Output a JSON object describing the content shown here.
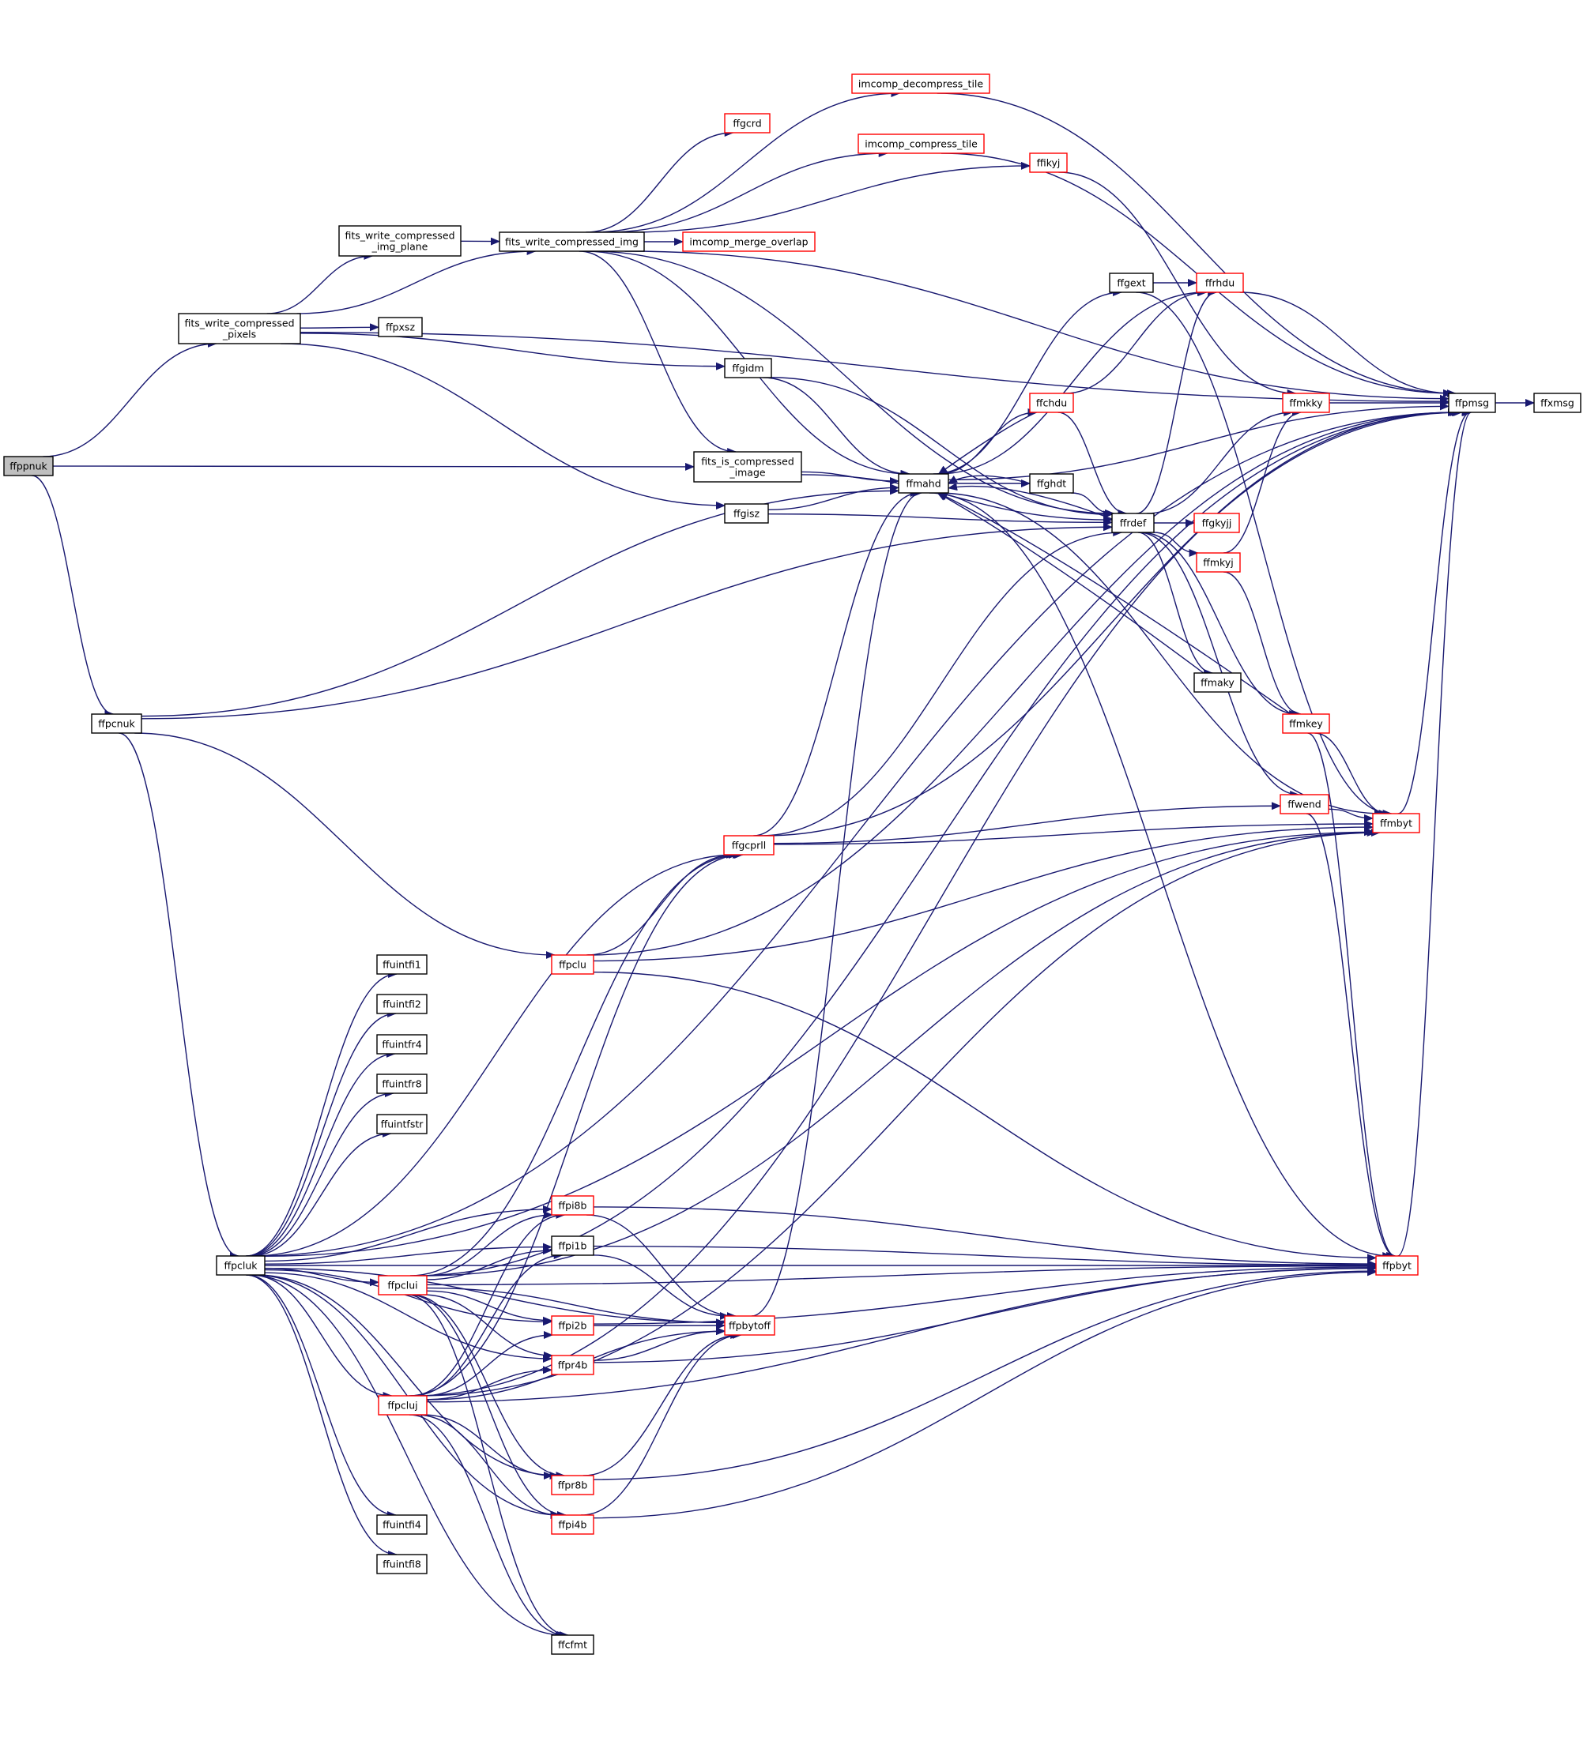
{
  "colors": {
    "edge": "#191970",
    "root_fill": "#bfbfbf",
    "normal_stroke": "#000000",
    "red_stroke": "#ff0000",
    "node_fill": "#ffffff"
  },
  "nodes": {
    "ffppnuk": {
      "lines": [
        "ffppnuk"
      ],
      "style": "root"
    },
    "fwcp": {
      "lines": [
        "fits_write_compressed",
        "_pixels"
      ],
      "style": "normal"
    },
    "fwcip": {
      "lines": [
        "fits_write_compressed",
        "_img_plane"
      ],
      "style": "normal"
    },
    "fwci": {
      "lines": [
        "fits_write_compressed_img"
      ],
      "style": "normal"
    },
    "ffpxsz": {
      "lines": [
        "ffpxsz"
      ],
      "style": "normal"
    },
    "ffgidm": {
      "lines": [
        "ffgidm"
      ],
      "style": "normal"
    },
    "fici": {
      "lines": [
        "fits_is_compressed",
        "_image"
      ],
      "style": "normal"
    },
    "ffgisz": {
      "lines": [
        "ffgisz"
      ],
      "style": "normal"
    },
    "icdt": {
      "lines": [
        "imcomp_decompress_tile"
      ],
      "style": "red"
    },
    "ffgcrd": {
      "lines": [
        "ffgcrd"
      ],
      "style": "red"
    },
    "icct": {
      "lines": [
        "imcomp_compress_tile"
      ],
      "style": "red"
    },
    "ffikyj": {
      "lines": [
        "ffikyj"
      ],
      "style": "red"
    },
    "icmo": {
      "lines": [
        "imcomp_merge_overlap"
      ],
      "style": "red"
    },
    "ffgext": {
      "lines": [
        "ffgext"
      ],
      "style": "normal"
    },
    "ffrhdu": {
      "lines": [
        "ffrhdu"
      ],
      "style": "red"
    },
    "ffchdu": {
      "lines": [
        "ffchdu"
      ],
      "style": "red"
    },
    "ffmahd": {
      "lines": [
        "ffmahd"
      ],
      "style": "normal"
    },
    "ffghdt": {
      "lines": [
        "ffghdt"
      ],
      "style": "normal"
    },
    "ffrdef": {
      "lines": [
        "ffrdef"
      ],
      "style": "normal"
    },
    "ffgkyjj": {
      "lines": [
        "ffgkyjj"
      ],
      "style": "red"
    },
    "ffmkyj": {
      "lines": [
        "ffmkyj"
      ],
      "style": "red"
    },
    "ffmaky": {
      "lines": [
        "ffmaky"
      ],
      "style": "normal"
    },
    "ffmkky": {
      "lines": [
        "ffmkky"
      ],
      "style": "red"
    },
    "ffpmsg": {
      "lines": [
        "ffpmsg"
      ],
      "style": "normal"
    },
    "ffxmsg": {
      "lines": [
        "ffxmsg"
      ],
      "style": "normal"
    },
    "ffmkey": {
      "lines": [
        "ffmkey"
      ],
      "style": "red"
    },
    "ffwend": {
      "lines": [
        "ffwend"
      ],
      "style": "red"
    },
    "ffmbyt": {
      "lines": [
        "ffmbyt"
      ],
      "style": "red"
    },
    "ffpcnuk": {
      "lines": [
        "ffpcnuk"
      ],
      "style": "normal"
    },
    "ffgcprll": {
      "lines": [
        "ffgcprll"
      ],
      "style": "red"
    },
    "ffpclu": {
      "lines": [
        "ffpclu"
      ],
      "style": "red"
    },
    "ffuintfi1": {
      "lines": [
        "ffuintfi1"
      ],
      "style": "normal"
    },
    "ffuintfi2": {
      "lines": [
        "ffuintfi2"
      ],
      "style": "normal"
    },
    "ffuintfr4": {
      "lines": [
        "ffuintfr4"
      ],
      "style": "normal"
    },
    "ffuintfr8": {
      "lines": [
        "ffuintfr8"
      ],
      "style": "normal"
    },
    "ffuintfstr": {
      "lines": [
        "ffuintfstr"
      ],
      "style": "normal"
    },
    "ffpi8b": {
      "lines": [
        "ffpi8b"
      ],
      "style": "red"
    },
    "ffpi1b": {
      "lines": [
        "ffpi1b"
      ],
      "style": "normal"
    },
    "ffpclui": {
      "lines": [
        "ffpclui"
      ],
      "style": "red"
    },
    "ffpcluk": {
      "lines": [
        "ffpcluk"
      ],
      "style": "normal"
    },
    "ffpi2b": {
      "lines": [
        "ffpi2b"
      ],
      "style": "red"
    },
    "ffpbytoff": {
      "lines": [
        "ffpbytoff"
      ],
      "style": "red"
    },
    "ffpr4b": {
      "lines": [
        "ffpr4b"
      ],
      "style": "red"
    },
    "ffpcluj": {
      "lines": [
        "ffpcluj"
      ],
      "style": "red"
    },
    "ffpbyt": {
      "lines": [
        "ffpbyt"
      ],
      "style": "red"
    },
    "ffpr8b": {
      "lines": [
        "ffpr8b"
      ],
      "style": "red"
    },
    "ffpi4b": {
      "lines": [
        "ffpi4b"
      ],
      "style": "red"
    },
    "ffuintfi4": {
      "lines": [
        "ffuintfi4"
      ],
      "style": "normal"
    },
    "ffuintfi8": {
      "lines": [
        "ffuintfi8"
      ],
      "style": "normal"
    },
    "ffcfmt": {
      "lines": [
        "ffcfmt"
      ],
      "style": "normal"
    }
  },
  "edges": [
    [
      "ffppnuk",
      "fwcp"
    ],
    [
      "ffppnuk",
      "fici"
    ],
    [
      "ffppnuk",
      "ffpcnuk"
    ],
    [
      "fwcp",
      "fwcip"
    ],
    [
      "fwcp",
      "fwci"
    ],
    [
      "fwcp",
      "ffpxsz"
    ],
    [
      "fwcp",
      "ffgidm"
    ],
    [
      "fwcp",
      "ffgisz"
    ],
    [
      "fwcp",
      "ffpmsg"
    ],
    [
      "fwcip",
      "fwci"
    ],
    [
      "fwci",
      "icdt"
    ],
    [
      "fwci",
      "ffgcrd"
    ],
    [
      "fwci",
      "icct"
    ],
    [
      "fwci",
      "ffikyj"
    ],
    [
      "fwci",
      "icmo"
    ],
    [
      "fwci",
      "fici"
    ],
    [
      "fwci",
      "ffmahd"
    ],
    [
      "fwci",
      "ffrdef"
    ],
    [
      "fwci",
      "ffpmsg"
    ],
    [
      "icdt",
      "ffpmsg"
    ],
    [
      "icct",
      "ffpmsg"
    ],
    [
      "ffikyj",
      "ffmkky"
    ],
    [
      "ffgidm",
      "ffmahd"
    ],
    [
      "ffgidm",
      "ffrdef"
    ],
    [
      "fici",
      "ffmahd"
    ],
    [
      "fici",
      "ffrdef"
    ],
    [
      "ffgisz",
      "ffmahd"
    ],
    [
      "ffgisz",
      "ffrdef"
    ],
    [
      "ffmahd",
      "ffgext"
    ],
    [
      "ffmahd",
      "ffrhdu"
    ],
    [
      "ffmahd",
      "ffchdu"
    ],
    [
      "ffmahd",
      "ffghdt"
    ],
    [
      "ffmahd",
      "ffpmsg"
    ],
    [
      "ffmahd",
      "ffmbyt"
    ],
    [
      "ffmahd",
      "ffpbyt"
    ],
    [
      "ffgext",
      "ffrhdu"
    ],
    [
      "ffgext",
      "ffmbyt"
    ],
    [
      "ffchdu",
      "ffmahd"
    ],
    [
      "ffchdu",
      "ffrdef"
    ],
    [
      "ffchdu",
      "ffrhdu"
    ],
    [
      "ffghdt",
      "ffmahd"
    ],
    [
      "ffghdt",
      "ffrdef"
    ],
    [
      "ffrdef",
      "ffmahd"
    ],
    [
      "ffrdef",
      "ffrhdu"
    ],
    [
      "ffrdef",
      "ffgkyjj"
    ],
    [
      "ffrdef",
      "ffmkyj"
    ],
    [
      "ffrdef",
      "ffmkky"
    ],
    [
      "ffrdef",
      "ffmaky"
    ],
    [
      "ffrdef",
      "ffmkey"
    ],
    [
      "ffrdef",
      "ffwend"
    ],
    [
      "ffrhdu",
      "ffpmsg"
    ],
    [
      "ffmkyj",
      "ffmkky"
    ],
    [
      "ffmkyj",
      "ffmkey"
    ],
    [
      "ffmaky",
      "ffmahd"
    ],
    [
      "ffmkky",
      "ffpmsg"
    ],
    [
      "ffmkey",
      "ffmahd"
    ],
    [
      "ffmkey",
      "ffmbyt"
    ],
    [
      "ffmkey",
      "ffpbyt"
    ],
    [
      "ffwend",
      "ffmbyt"
    ],
    [
      "ffwend",
      "ffpbyt"
    ],
    [
      "ffmbyt",
      "ffpmsg"
    ],
    [
      "ffpmsg",
      "ffxmsg"
    ],
    [
      "ffpcnuk",
      "ffmahd"
    ],
    [
      "ffpcnuk",
      "ffrdef"
    ],
    [
      "ffpcnuk",
      "ffpclu"
    ],
    [
      "ffpcnuk",
      "ffpcluk"
    ],
    [
      "ffgcprll",
      "ffmahd"
    ],
    [
      "ffgcprll",
      "ffrdef"
    ],
    [
      "ffgcprll",
      "ffwend"
    ],
    [
      "ffgcprll",
      "ffmbyt"
    ],
    [
      "ffgcprll",
      "ffpmsg"
    ],
    [
      "ffpclu",
      "ffgcprll"
    ],
    [
      "ffpclu",
      "ffmbyt"
    ],
    [
      "ffpclu",
      "ffpbyt"
    ],
    [
      "ffpclu",
      "ffpmsg"
    ],
    [
      "ffpcluk",
      "ffgcprll"
    ],
    [
      "ffpcluk",
      "ffuintfi1"
    ],
    [
      "ffpcluk",
      "ffuintfi2"
    ],
    [
      "ffpcluk",
      "ffuintfr4"
    ],
    [
      "ffpcluk",
      "ffuintfr8"
    ],
    [
      "ffpcluk",
      "ffuintfstr"
    ],
    [
      "ffpcluk",
      "ffpi8b"
    ],
    [
      "ffpcluk",
      "ffpi1b"
    ],
    [
      "ffpcluk",
      "ffpclui"
    ],
    [
      "ffpcluk",
      "ffpi2b"
    ],
    [
      "ffpcluk",
      "ffpr4b"
    ],
    [
      "ffpcluk",
      "ffpcluj"
    ],
    [
      "ffpcluk",
      "ffpr8b"
    ],
    [
      "ffpcluk",
      "ffpi4b"
    ],
    [
      "ffpcluk",
      "ffuintfi4"
    ],
    [
      "ffpcluk",
      "ffuintfi8"
    ],
    [
      "ffpcluk",
      "ffcfmt"
    ],
    [
      "ffpcluk",
      "ffpbytoff"
    ],
    [
      "ffpcluk",
      "ffmbyt"
    ],
    [
      "ffpcluk",
      "ffpbyt"
    ],
    [
      "ffpcluk",
      "ffpmsg"
    ],
    [
      "ffpclui",
      "ffgcprll"
    ],
    [
      "ffpclui",
      "ffpi8b"
    ],
    [
      "ffpclui",
      "ffpi1b"
    ],
    [
      "ffpclui",
      "ffpi2b"
    ],
    [
      "ffpclui",
      "ffpr4b"
    ],
    [
      "ffpclui",
      "ffpr8b"
    ],
    [
      "ffpclui",
      "ffpi4b"
    ],
    [
      "ffpclui",
      "ffcfmt"
    ],
    [
      "ffpclui",
      "ffpbytoff"
    ],
    [
      "ffpclui",
      "ffmbyt"
    ],
    [
      "ffpclui",
      "ffpbyt"
    ],
    [
      "ffpclui",
      "ffpmsg"
    ],
    [
      "ffpcluj",
      "ffgcprll"
    ],
    [
      "ffpcluj",
      "ffpi8b"
    ],
    [
      "ffpcluj",
      "ffpi1b"
    ],
    [
      "ffpcluj",
      "ffpi2b"
    ],
    [
      "ffpcluj",
      "ffpr4b"
    ],
    [
      "ffpcluj",
      "ffpr8b"
    ],
    [
      "ffpcluj",
      "ffpi4b"
    ],
    [
      "ffpcluj",
      "ffcfmt"
    ],
    [
      "ffpcluj",
      "ffpbytoff"
    ],
    [
      "ffpcluj",
      "ffmbyt"
    ],
    [
      "ffpcluj",
      "ffpbyt"
    ],
    [
      "ffpcluj",
      "ffpmsg"
    ],
    [
      "ffpi8b",
      "ffpbytoff"
    ],
    [
      "ffpi8b",
      "ffpbyt"
    ],
    [
      "ffpi1b",
      "ffpbytoff"
    ],
    [
      "ffpi1b",
      "ffpbyt"
    ],
    [
      "ffpi2b",
      "ffpbytoff"
    ],
    [
      "ffpi2b",
      "ffpbyt"
    ],
    [
      "ffpr4b",
      "ffpbytoff"
    ],
    [
      "ffpr4b",
      "ffpbyt"
    ],
    [
      "ffpr8b",
      "ffpbytoff"
    ],
    [
      "ffpr8b",
      "ffpbyt"
    ],
    [
      "ffpi4b",
      "ffpbytoff"
    ],
    [
      "ffpi4b",
      "ffpbyt"
    ],
    [
      "ffpbytoff",
      "ffmahd"
    ],
    [
      "ffpbyt",
      "ffpmsg"
    ]
  ]
}
